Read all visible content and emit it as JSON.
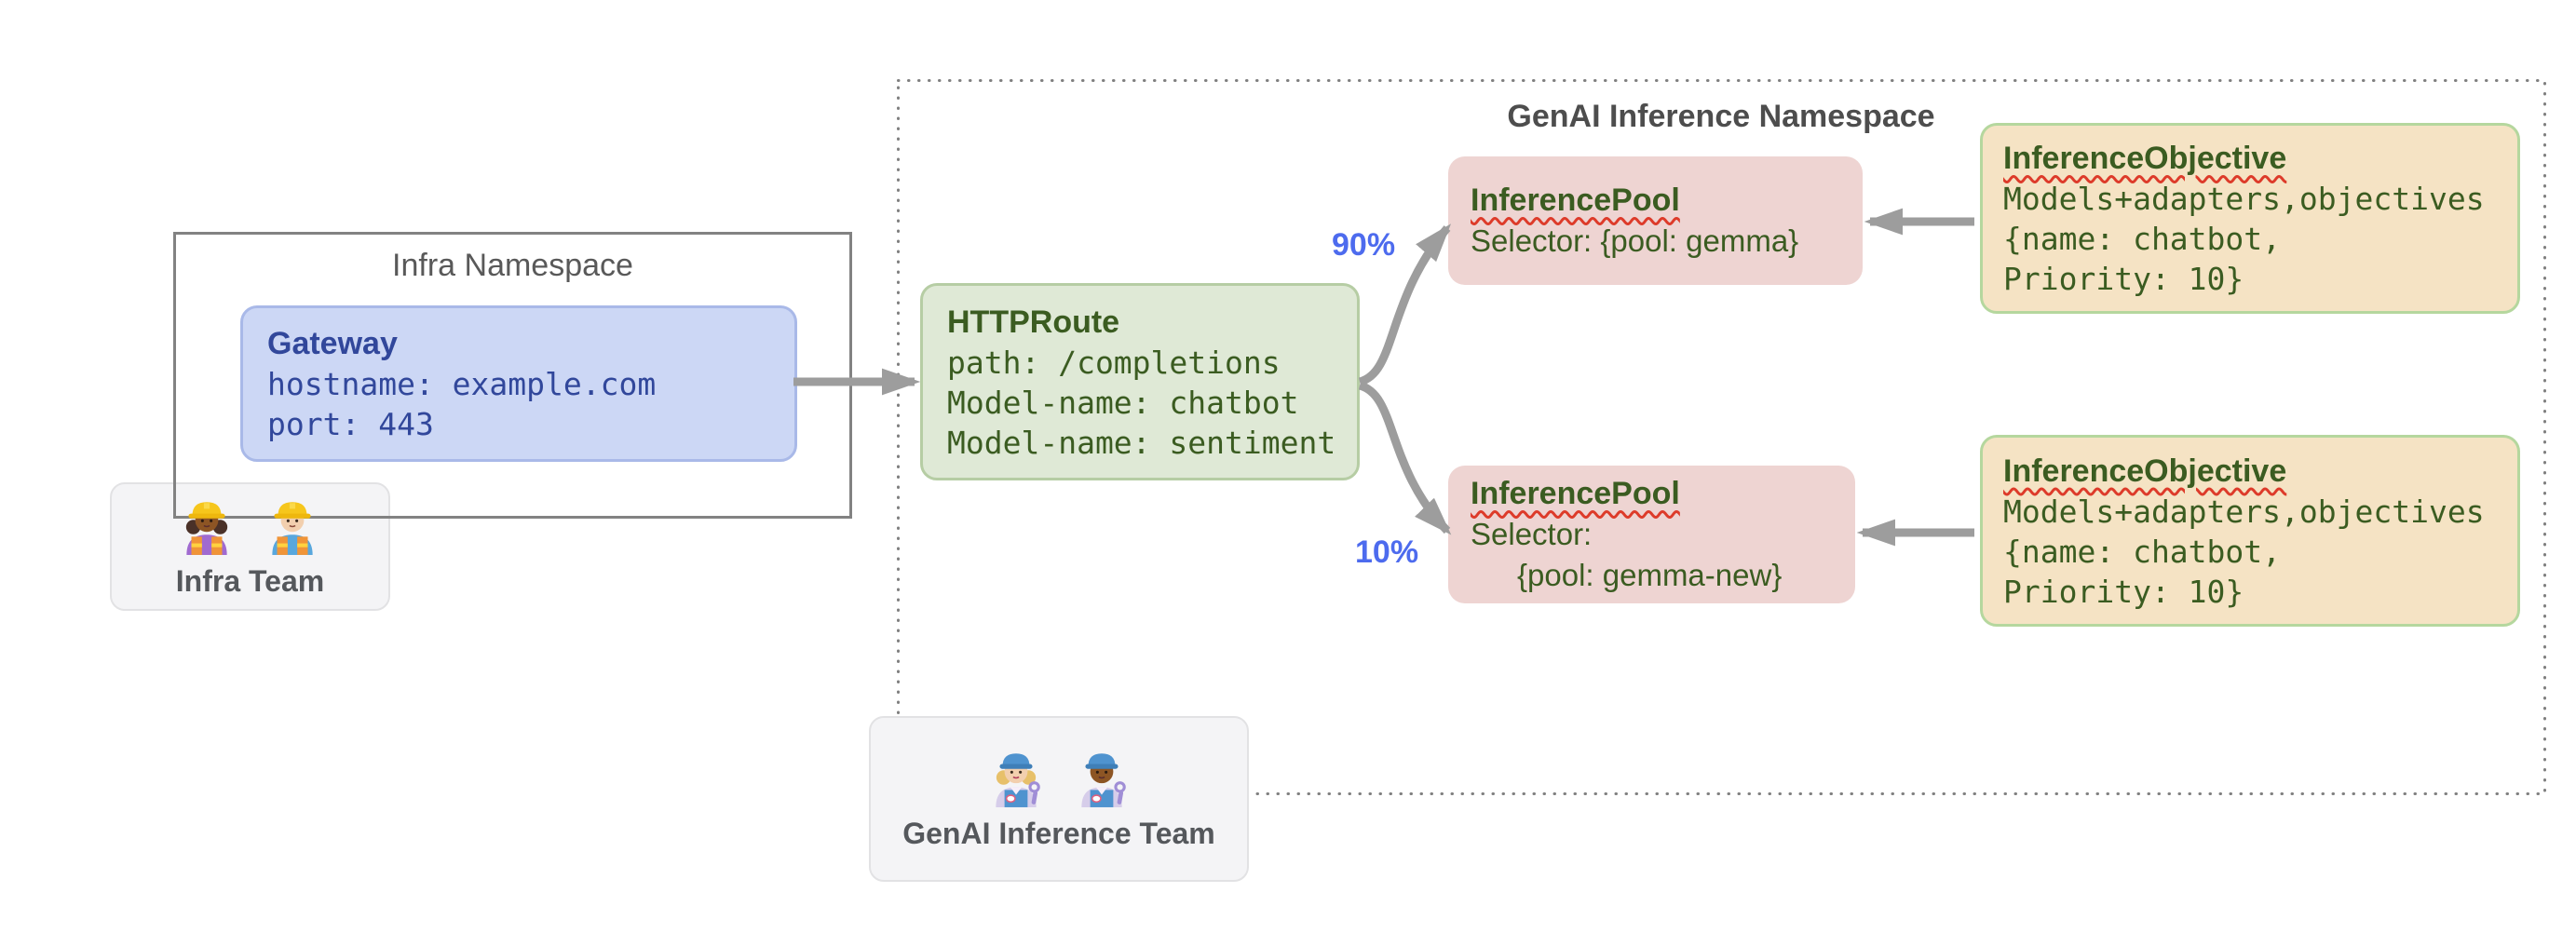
{
  "colors": {
    "arrow": "#9d9d9d",
    "percent_blue": "#4d6bee",
    "gateway_fill": "#ccd7f5",
    "gateway_border": "#a9b9e8",
    "gateway_text": "#31479b",
    "route_fill": "#dfe9d6",
    "route_border": "#b6cda4",
    "green_text": "#3b5c21",
    "pool_fill": "#eed4d2",
    "objective_fill": "#f5e3c4",
    "objective_border": "#b5d79e",
    "ns_border": "#828282",
    "ns_dot": "#7f7f7f",
    "ns_title_gray": "#595959",
    "team_fill": "#f4f4f6",
    "team_border": "#e2e2e4",
    "team_text": "#55585c",
    "squiggle": "#dd3b2a"
  },
  "infra_namespace": {
    "title": "Infra Namespace",
    "gateway": {
      "title": "Gateway",
      "lines": [
        "hostname: example.com",
        "port: 443"
      ]
    }
  },
  "genai_namespace": {
    "title": "GenAI Inference Namespace"
  },
  "httproute": {
    "title": "HTTPRoute",
    "lines": [
      "path: /completions",
      "Model-name: chatbot",
      "Model-name: sentiment"
    ]
  },
  "pools": [
    {
      "title": "InferencePool",
      "lines": [
        "Selector: {pool: gemma}"
      ]
    },
    {
      "title": "InferencePool",
      "lines": [
        "Selector:",
        "{pool: gemma-new}"
      ]
    }
  ],
  "objectives": [
    {
      "title": "InferenceObjective",
      "lines": [
        "Models+adapters,objectives",
        "{name: chatbot,",
        "Priority: 10}"
      ]
    },
    {
      "title": "InferenceObjective",
      "lines": [
        "Models+adapters,objectives",
        "{name: chatbot,",
        "Priority: 10}"
      ]
    }
  ],
  "traffic_split": {
    "to_pool_gemma": "90%",
    "to_pool_gemma_new": "10%"
  },
  "teams": {
    "infra": {
      "label": "Infra Team",
      "icons": [
        "woman-construction-worker",
        "man-construction-worker"
      ]
    },
    "genai": {
      "label": "GenAI Inference Team",
      "icons": [
        "woman-mechanic",
        "man-mechanic"
      ]
    }
  }
}
